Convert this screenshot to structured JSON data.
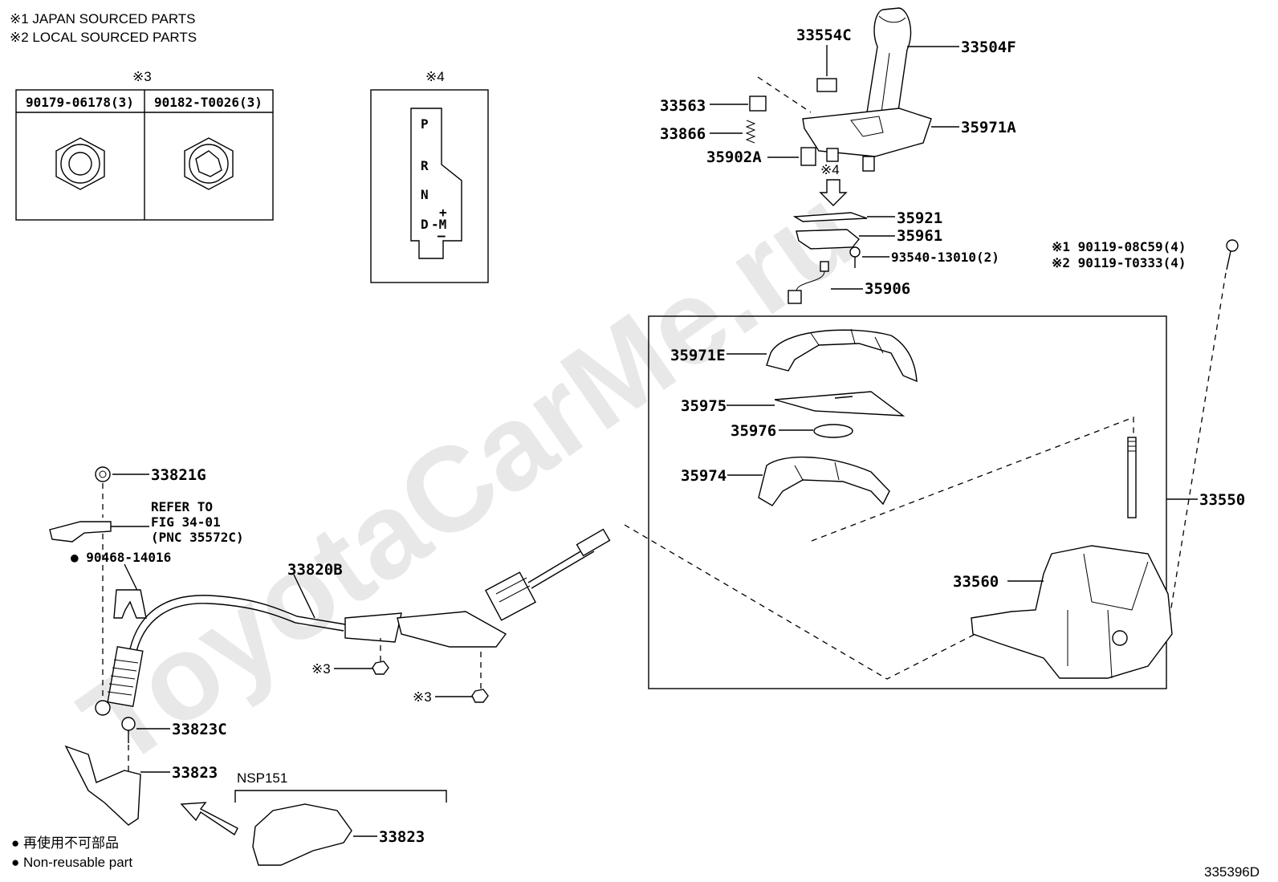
{
  "notes": {
    "note1": "※1 JAPAN SOURCED PARTS",
    "note2": "※2 LOCAL SOURCED PARTS"
  },
  "table": {
    "mark": "※3",
    "col1": "90179-06178(3)",
    "col2": "90182-T0026(3)"
  },
  "gate_panel": {
    "mark": "※4",
    "positions": [
      "P",
      "R",
      "N",
      "D",
      "-M",
      "+",
      "—"
    ]
  },
  "watermark": "ToyotaCarMe.ru",
  "labels": {
    "p33554C": "33554C",
    "p33504F": "33504F",
    "p33563": "33563",
    "p33866": "33866",
    "p35971A": "35971A",
    "p35902A": "35902A",
    "mark4": "※4",
    "p35921": "35921",
    "p35961": "35961",
    "p93540": "93540-13010(2)",
    "p35906": "35906",
    "bolt1": "※1 90119-08C59(4)",
    "bolt2": "※2 90119-T0333(4)",
    "p35971E": "35971E",
    "p35975": "35975",
    "p35976": "35976",
    "p35974": "35974",
    "p33550": "33550",
    "p33560": "33560",
    "p33821G": "33821G",
    "refer1": "REFER TO",
    "refer2": "FIG 34-01",
    "refer3": "(PNC 35572C)",
    "p90468": "● 90468-14016",
    "p33820B": "33820B",
    "mark3a": "※3",
    "mark3b": "※3",
    "p33823C": "33823C",
    "p33823": "33823",
    "nsp": "NSP151",
    "p33823b": "33823"
  },
  "legend": {
    "jp": "● 再使用不可部品",
    "en": "● Non-reusable part"
  },
  "code": "335396D"
}
